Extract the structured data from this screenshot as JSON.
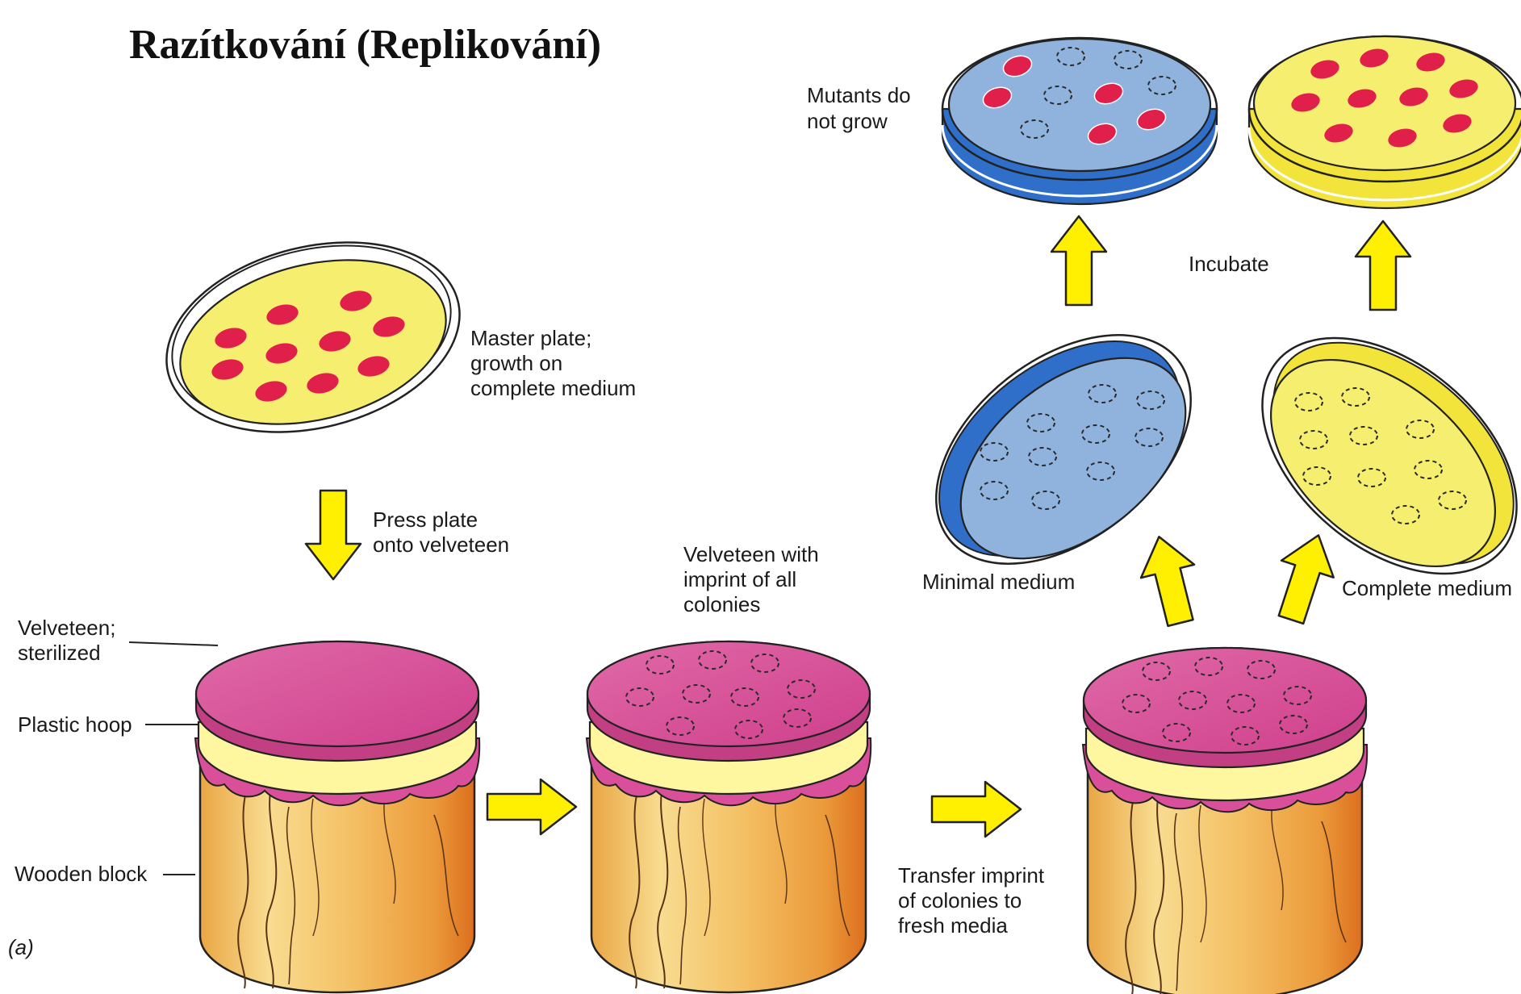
{
  "title": "Razítkování (Replikování)",
  "labels": {
    "master_plate": [
      "Master plate;",
      "growth on",
      "complete medium"
    ],
    "press_plate": [
      "Press plate",
      "onto velveteen"
    ],
    "velveteen_sterilized": [
      "Velveteen;",
      "sterilized"
    ],
    "plastic_hoop": "Plastic hoop",
    "wooden_block": "Wooden block",
    "velveteen_imprint": [
      "Velveteen with",
      "imprint of all",
      "colonies"
    ],
    "transfer_imprint": [
      "Transfer imprint",
      "of colonies to",
      "fresh media"
    ],
    "minimal_medium": "Minimal medium",
    "complete_medium": "Complete medium",
    "incubate": "Incubate",
    "mutants": [
      "Mutants do",
      "not grow"
    ],
    "panel": "(a)"
  },
  "colors": {
    "agar_yellow": "#f6ee6e",
    "agar_blue": "#8fb3dc",
    "agar_blue_dark": "#2f6fc9",
    "colony_red": "#e0204a",
    "velveteen_pink": "#d94f99",
    "wood_light": "#f7d88a",
    "wood_dark": "#e08a2a",
    "arrow_yellow": "#ffef00"
  }
}
